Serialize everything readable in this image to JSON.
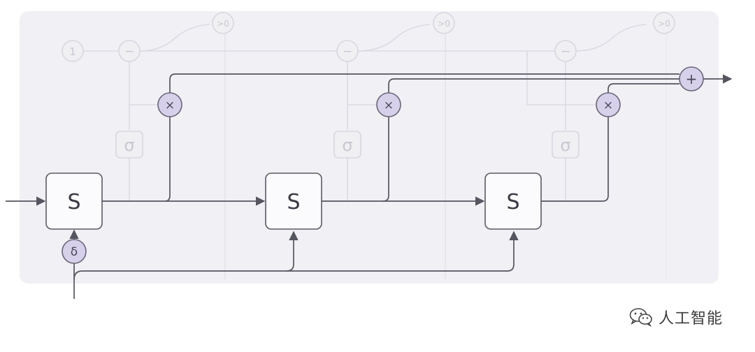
{
  "diagram": {
    "s_block_label": "S",
    "multiply_symbol": "×",
    "sum_symbol": "+",
    "delta_symbol": "δ",
    "sigma_symbol": "σ",
    "minus_symbol": "−",
    "faint_first_node": "1",
    "faint_top_label": ">0",
    "colors": {
      "panel": "#f1f0f5",
      "op_fill": "#d7d0ea",
      "line": "#55555f"
    }
  },
  "watermark": {
    "text": "人工智能",
    "icon": "wechat-icon"
  }
}
